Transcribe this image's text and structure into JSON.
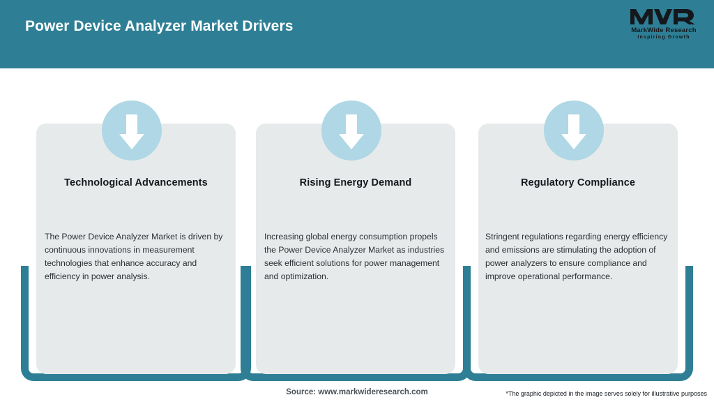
{
  "header": {
    "title": "Power Device Analyzer Market Drivers",
    "bar_color": "#2E7F95",
    "title_color": "#FFFFFF"
  },
  "logo": {
    "mark": "MWR",
    "name": "MarkWide Research",
    "tagline": "Inspiring Growth"
  },
  "theme": {
    "accent": "#2E7F95",
    "card_bg": "#E7EAEB",
    "icon_circle": "#AFD7E5",
    "icon_arrow": "#FFFFFF",
    "page_bg": "#FFFFFF"
  },
  "cards": [
    {
      "icon": "arrow-down-icon",
      "title": "Technological Advancements",
      "body": "The Power Device Analyzer Market is driven by continuous innovations in measurement technologies that enhance accuracy and efficiency in power analysis."
    },
    {
      "icon": "arrow-down-icon",
      "title": "Rising Energy Demand",
      "body": "Increasing global energy consumption propels the Power Device Analyzer Market as industries seek efficient solutions for power management and optimization."
    },
    {
      "icon": "arrow-down-icon",
      "title": "Regulatory Compliance",
      "body": "Stringent regulations regarding energy efficiency and emissions are stimulating the adoption of power analyzers to ensure compliance and improve operational performance."
    }
  ],
  "footer": {
    "source": "Source: www.markwideresearch.com",
    "disclaimer": "*The graphic depicted in the image serves solely for illustrative purposes"
  }
}
